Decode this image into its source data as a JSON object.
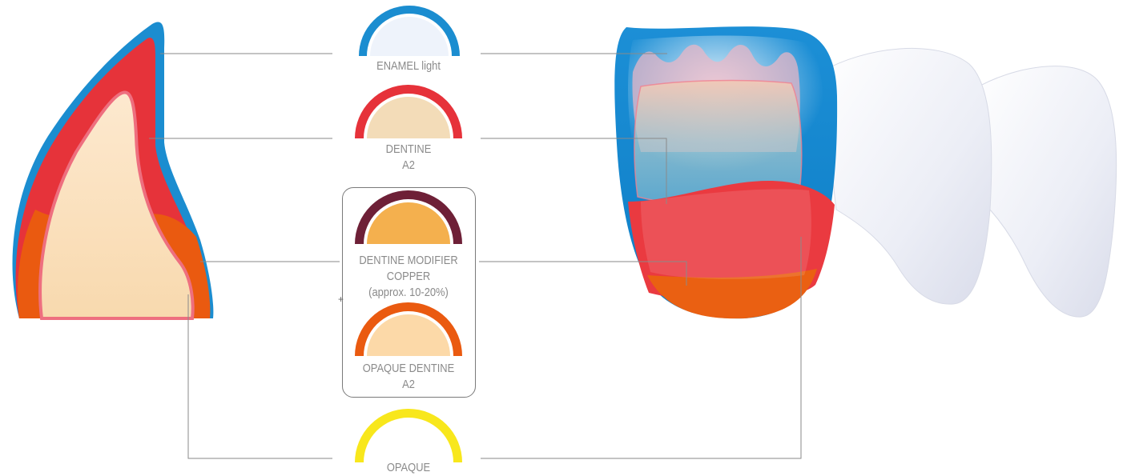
{
  "layers": [
    {
      "id": "enamel",
      "label": "ENAMEL light",
      "color": "#1a8fd0",
      "fill": "#eef3fb"
    },
    {
      "id": "dentine",
      "label_lines": [
        "DENTINE",
        "A2"
      ],
      "color": "#e6323a",
      "fill": "#f3dcb8"
    },
    {
      "id": "modifier",
      "label_lines": [
        "DENTINE MODIFIER",
        "COPPER",
        "(approx. 10-20%)"
      ],
      "color": "#6e2037",
      "fill": "#f4b04e"
    },
    {
      "id": "opaque_dentine",
      "label_lines": [
        "OPAQUE DENTINE",
        "A2"
      ],
      "color": "#ea5a10",
      "fill": "#fcd9a8"
    },
    {
      "id": "opaque",
      "label": "OPAQUE",
      "color": "#f8e71c"
    }
  ],
  "group_join_symbol": "+"
}
